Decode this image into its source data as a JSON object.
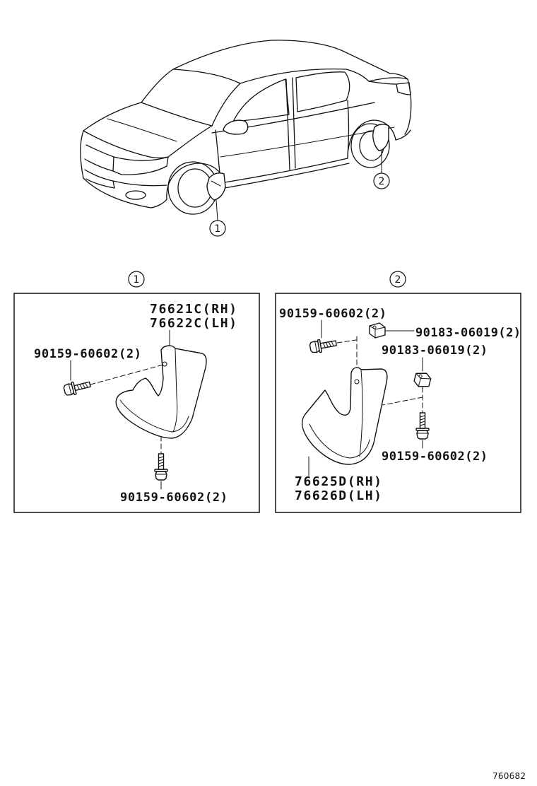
{
  "car_view": {
    "callout_front": "1",
    "callout_rear": "2"
  },
  "panel_front": {
    "header": "1",
    "mudguard_rh": "76621C(RH)",
    "mudguard_lh": "76622C(LH)",
    "screw_side": "90159-60602(2)",
    "screw_bottom": "90159-60602(2)"
  },
  "panel_rear": {
    "header": "2",
    "screw_top": "90159-60602(2)",
    "clip_top": "90183-06019(2)",
    "clip_side": "90183-06019(2)",
    "screw_bottom": "90159-60602(2)",
    "mudguard_rh": "76625D(RH)",
    "mudguard_lh": "76626D(LH)"
  },
  "drawing_number": "760682",
  "colors": {
    "line": "#111111",
    "background": "#ffffff"
  }
}
